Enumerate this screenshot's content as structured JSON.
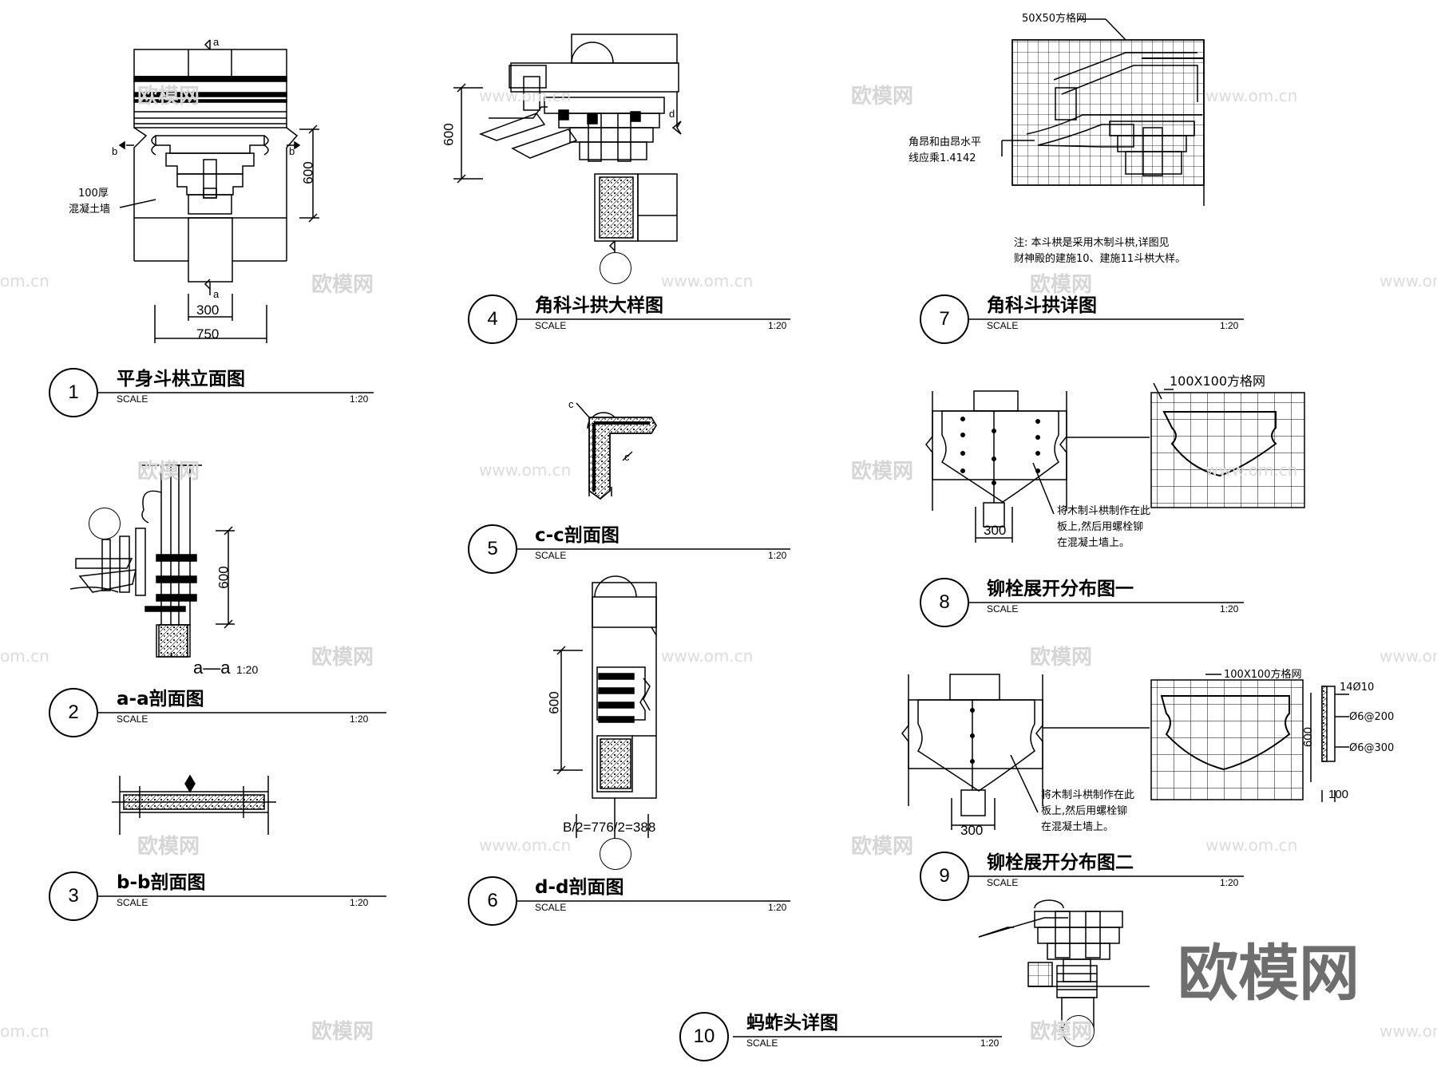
{
  "drawings": [
    {
      "number": "1",
      "title": "平身斗栱立面图",
      "scale_label": "SCALE",
      "scale": "1:20"
    },
    {
      "number": "2",
      "title": "a-a剖面图",
      "scale_label": "SCALE",
      "scale": "1:20"
    },
    {
      "number": "3",
      "title": "b-b剖面图",
      "scale_label": "SCALE",
      "scale": "1:20"
    },
    {
      "number": "4",
      "title": "角科斗拱大样图",
      "scale_label": "SCALE",
      "scale": "1:20"
    },
    {
      "number": "5",
      "title": "c-c剖面图",
      "scale_label": "SCALE",
      "scale": "1:20"
    },
    {
      "number": "6",
      "title": "d-d剖面图",
      "scale_label": "SCALE",
      "scale": "1:20"
    },
    {
      "number": "7",
      "title": "角科斗拱详图",
      "scale_label": "SCALE",
      "scale": "1:20"
    },
    {
      "number": "8",
      "title": "铆栓展开分布图一",
      "scale_label": "SCALE",
      "scale": "1:20"
    },
    {
      "number": "9",
      "title": "铆栓展开分布图二",
      "scale_label": "SCALE",
      "scale": "1:20"
    },
    {
      "number": "10",
      "title": "蚂蚱头详图",
      "scale_label": "SCALE",
      "scale": "1:20"
    }
  ],
  "labels": {
    "section_a": "a",
    "section_b": "b",
    "section_c": "c",
    "section_d": "d",
    "dim_300": "300",
    "dim_750": "750",
    "dim_600": "600",
    "dim_100": "100",
    "wall_note_line1": "100厚",
    "wall_note_line2": "混凝土墙",
    "aa_marker": "a—a",
    "aa_scale": "1:20",
    "formula": "B/2=776/2=388",
    "grid_50": "50X50方格网",
    "grid_100": "100X100方格网",
    "angle_note_line1": "角昂和由昂水平",
    "angle_note_line2": "线应乘1.4142",
    "note_line1": "注:   本斗栱是采用木制斗栱,详图见",
    "note_line2": "财神殿的建施10、建施11斗栱大样。",
    "bolt_note_line1": "将木制斗栱制作在此",
    "bolt_note_line2": "板上,然后用螺栓铆",
    "bolt_note_line3": "在混凝土墙上。",
    "rebar_1": "14Ø10",
    "rebar_2": "Ø6@200",
    "rebar_3": "Ø6@300"
  },
  "watermark": {
    "brand": "欧模网",
    "url": "www.om.cn",
    "url_short": "om.cn"
  }
}
